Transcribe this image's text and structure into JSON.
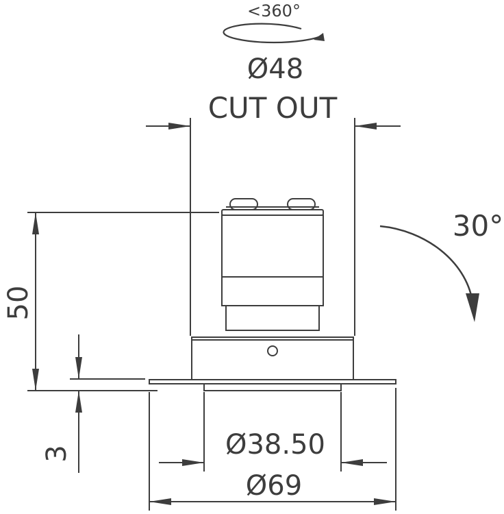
{
  "rotation_label": "<360°",
  "cutout_diameter": "Ø48",
  "cutout_label": "CUT OUT",
  "tilt_label": "30°",
  "height_label": "50",
  "flange_thickness_label": "3",
  "inner_diameter": "Ø38.50",
  "outer_diameter": "Ø69"
}
